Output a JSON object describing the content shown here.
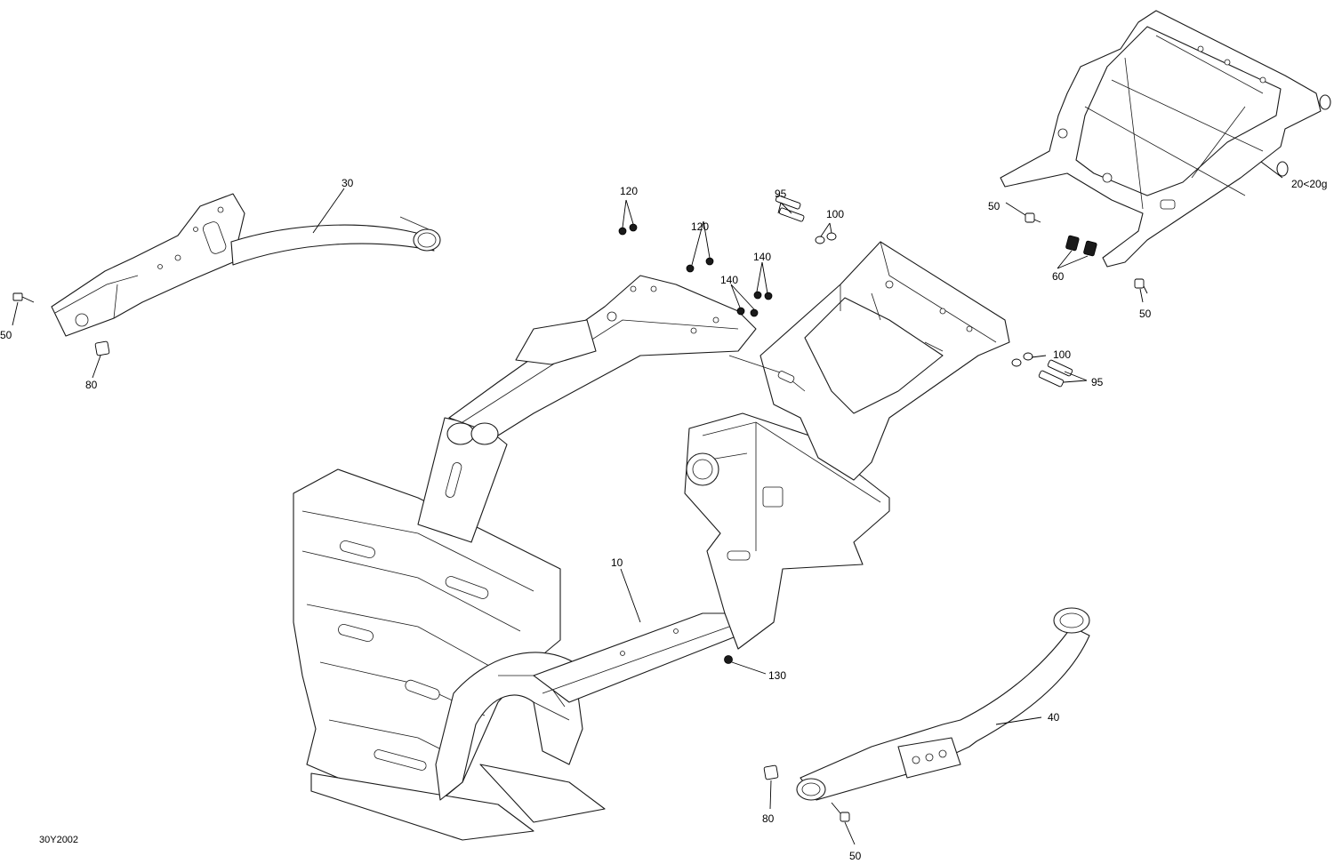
{
  "diagram": {
    "reference_code": "30Y2002",
    "callouts": {
      "main_frame": "10",
      "rear_subframe": "20<20g",
      "left_tube": "30",
      "right_tube": "40",
      "bolt_left": "50",
      "bolt_rear_a": "50",
      "bolt_rear_b": "50",
      "bolt_front": "50",
      "clip_pair": "60",
      "clip_left": "80",
      "clip_right": "80",
      "screw_top": "95",
      "screw_side": "95",
      "washer_top": "100",
      "washer_side": "100",
      "nut_pair_a": "120",
      "nut_pair_b": "120",
      "nut_single": "130",
      "nut_pair_c": "140",
      "nut_pair_d": "140"
    }
  }
}
